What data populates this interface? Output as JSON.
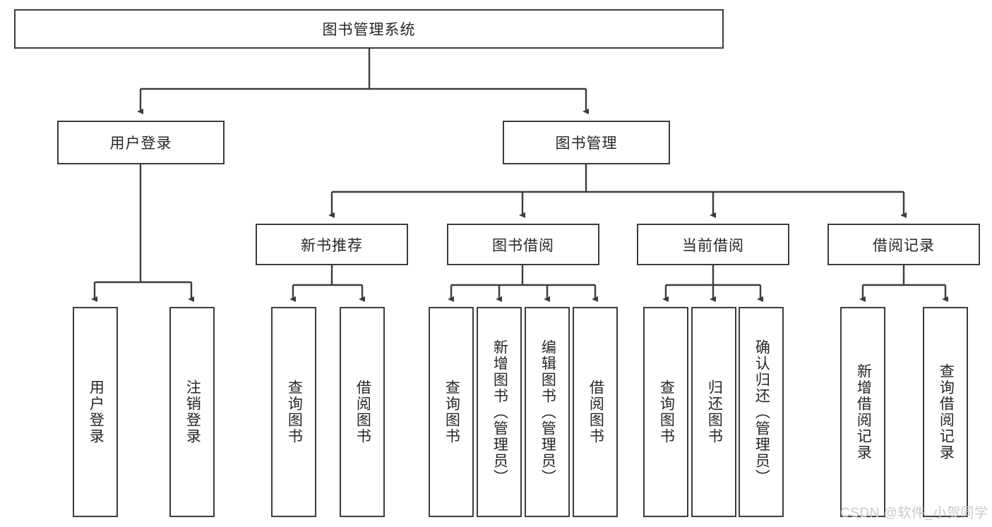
{
  "diagram": {
    "title": "图书管理系统",
    "type": "tree-hierarchy",
    "root": {
      "label": "图书管理系统"
    },
    "level2": [
      {
        "label": "用户登录"
      },
      {
        "label": "图书管理"
      }
    ],
    "level3": [
      {
        "label": "新书推荐"
      },
      {
        "label": "图书借阅"
      },
      {
        "label": "当前借阅"
      },
      {
        "label": "借阅记录"
      }
    ],
    "leaves_user_login": [
      {
        "label": "用户登录"
      },
      {
        "label": "注销登录"
      }
    ],
    "leaves_new_book": [
      {
        "label": "查询图书"
      },
      {
        "label": "借阅图书"
      }
    ],
    "leaves_borrow": [
      {
        "label": "查询图书"
      },
      {
        "label": "新增图书（管理员）"
      },
      {
        "label": "编辑图书（管理员）"
      },
      {
        "label": "借阅图书"
      }
    ],
    "leaves_current": [
      {
        "label": "查询图书"
      },
      {
        "label": "归还图书"
      },
      {
        "label": "确认归还（管理员）"
      }
    ],
    "leaves_record": [
      {
        "label": "新增借阅记录"
      },
      {
        "label": "查询借阅记录"
      }
    ]
  },
  "watermark": {
    "text": "CSDN @软件_小贺同学"
  },
  "colors": {
    "stroke": "#3c3c3c",
    "text": "#262626",
    "background": "#ffffff",
    "watermark": "#c9c9c9"
  }
}
